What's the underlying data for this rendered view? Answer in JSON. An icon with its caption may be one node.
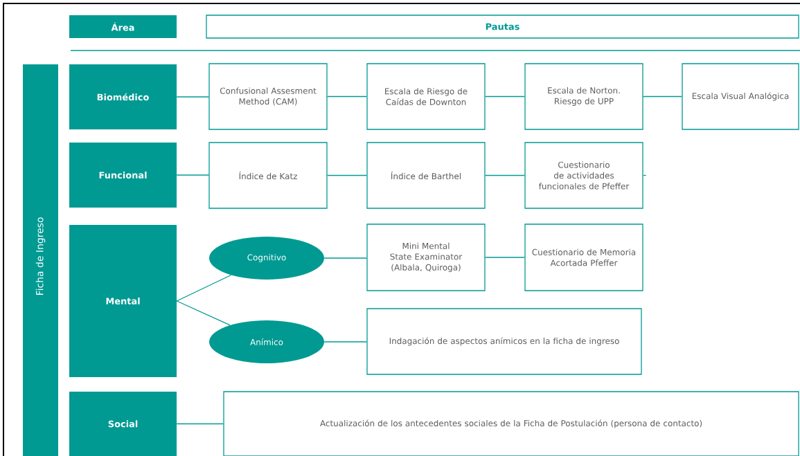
{
  "diagram": {
    "nodes": [
      {
        "text": [
          "Área"
        ]
      },
      {
        "text": [
          "Pautas"
        ]
      },
      {
        "text": [
          "Ficha de Ingreso"
        ]
      },
      {
        "text": [
          "Biomédico"
        ]
      },
      {
        "text": [
          "Confusional Assesment Method (CAM)"
        ]
      },
      {
        "text": [
          "Escala de Riesgo de Caídas de Downton"
        ]
      },
      {
        "text": [
          "Escala de Norton. Riesgo de UPP"
        ]
      },
      {
        "text": [
          "Escala Visual Analógica"
        ]
      },
      {
        "text": [
          "Funcional"
        ]
      },
      {
        "text": [
          "Índice de Katz"
        ]
      },
      {
        "text": [
          "Índice de Barthel"
        ]
      },
      {
        "text": [
          "Cuestionario de actividades funcionales de Pfeffer"
        ]
      },
      {
        "text": [
          "Mental"
        ]
      },
      {
        "text": [
          "Cognitivo"
        ]
      },
      {
        "text": [
          "Mini Mental State Examinator (Albala, Quiroga)"
        ]
      },
      {
        "text": [
          "Cuestionario de Memoria Acortada Pfeffer"
        ]
      },
      {
        "text": [
          "Anímico"
        ]
      },
      {
        "text": [
          "Indagación de aspectos anímicos en la ficha de ingreso"
        ]
      },
      {
        "text": [
          "Social"
        ]
      },
      {
        "text": [
          "Actualización de los antecedentes sociales de la Ficha de Postulación (persona de contacto)"
        ]
      }
    ],
    "edges": [
      {
        "from": 3,
        "to": 4,
        "arrow": "none"
      },
      {
        "from": 4,
        "to": 5,
        "arrow": "none"
      },
      {
        "from": 5,
        "to": 6,
        "arrow": "none"
      },
      {
        "from": 6,
        "to": 7,
        "arrow": "none"
      },
      {
        "from": 8,
        "to": 9,
        "arrow": "none"
      },
      {
        "from": 9,
        "to": 10,
        "arrow": "none"
      },
      {
        "from": 10,
        "to": 11,
        "arrow": "none"
      },
      {
        "from": 11,
        "to": null,
        "arrow": "none"
      },
      {
        "from": 12,
        "to": 13,
        "arrow": "none"
      },
      {
        "from": 12,
        "to": 16,
        "arrow": "none"
      },
      {
        "from": 13,
        "to": 14,
        "arrow": "none"
      },
      {
        "from": 14,
        "to": 15,
        "arrow": "none"
      },
      {
        "from": 16,
        "to": 17,
        "arrow": "none"
      },
      {
        "from": 18,
        "to": 19,
        "arrow": "none"
      }
    ]
  }
}
